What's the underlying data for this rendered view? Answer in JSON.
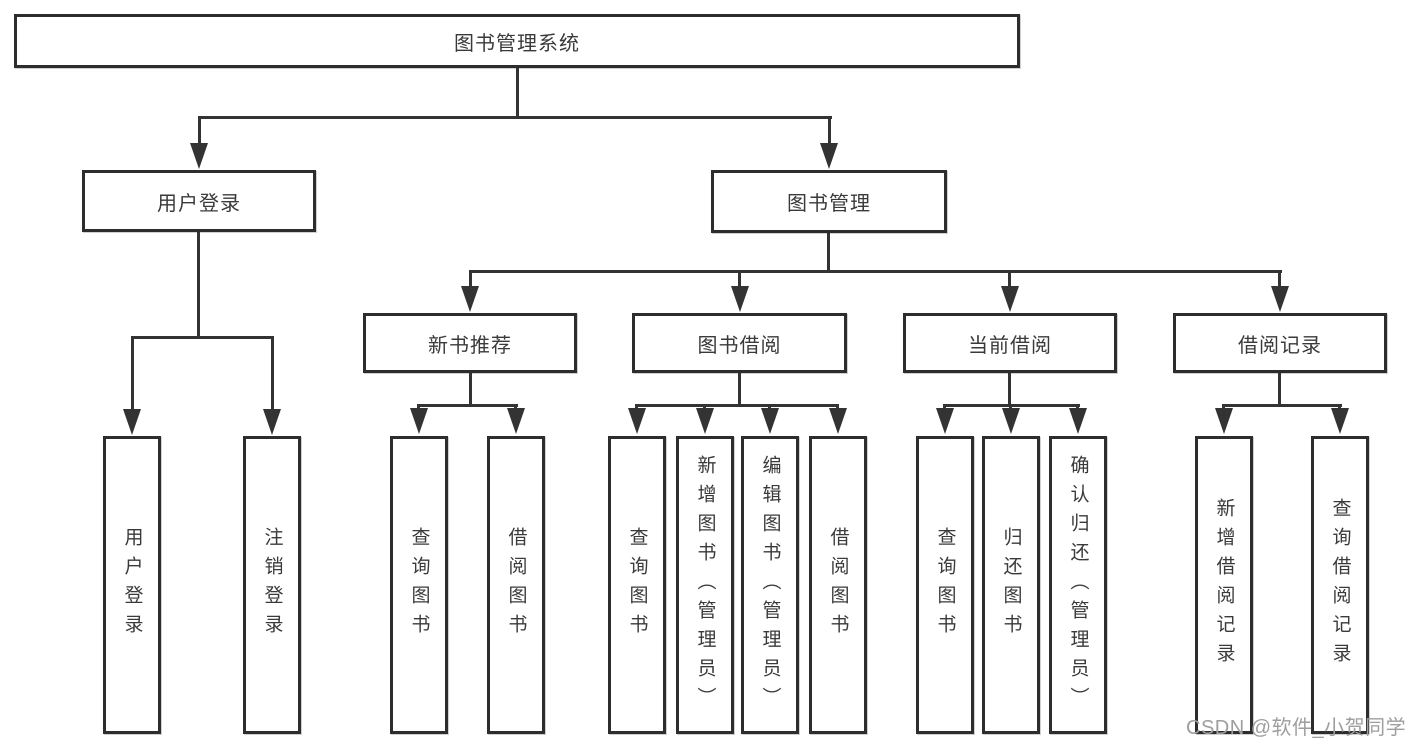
{
  "diagram": {
    "type": "hierarchy-tree",
    "tree": {
      "label": "图书管理系统",
      "children": [
        {
          "label": "用户登录",
          "children": [
            {
              "label": "用户登录"
            },
            {
              "label": "注销登录"
            }
          ]
        },
        {
          "label": "图书管理",
          "children": [
            {
              "label": "新书推荐",
              "children": [
                {
                  "label": "查询图书"
                },
                {
                  "label": "借阅图书"
                }
              ]
            },
            {
              "label": "图书借阅",
              "children": [
                {
                  "label": "查询图书"
                },
                {
                  "label": "新增图书（管理员）"
                },
                {
                  "label": "编辑图书（管理员）"
                },
                {
                  "label": "借阅图书"
                }
              ]
            },
            {
              "label": "当前借阅",
              "children": [
                {
                  "label": "查询图书"
                },
                {
                  "label": "归还图书"
                },
                {
                  "label": "确认归还（管理员）"
                }
              ]
            },
            {
              "label": "借阅记录",
              "children": [
                {
                  "label": "新增借阅记录"
                },
                {
                  "label": "查询借阅记录"
                }
              ]
            }
          ]
        }
      ]
    }
  },
  "watermark": {
    "text": "CSDN @软件_小贺同学"
  },
  "colors": {
    "line": "#333333",
    "box_border": "#2d2d2d",
    "text": "#3a3a3a",
    "watermark": "#9e9e9e",
    "background": "#ffffff"
  }
}
